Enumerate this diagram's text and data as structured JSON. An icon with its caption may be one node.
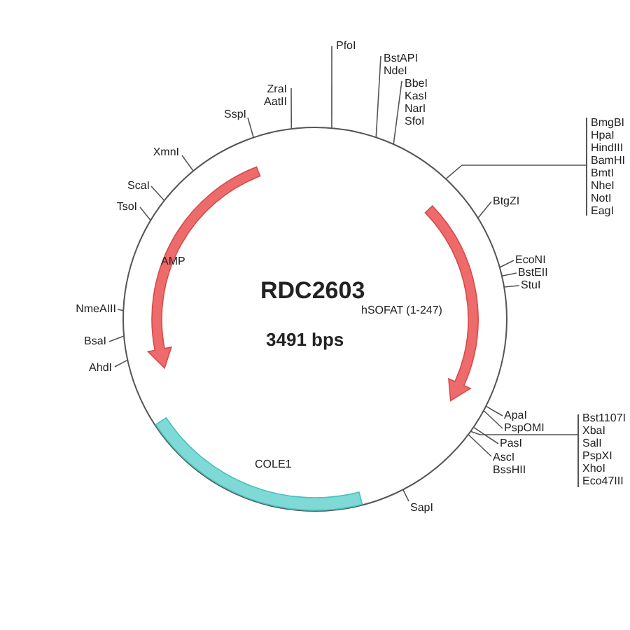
{
  "diagram": {
    "title": "RDC2603",
    "nodes": [
      {
        "text": [],
        "shape": "circle"
      },
      {
        "text": [
          "PfoI"
        ]
      },
      {
        "text": [
          "BstAPI",
          "NdeI"
        ]
      },
      {
        "text": [
          "BbeI",
          "KasI",
          "NarI",
          "SfoI"
        ]
      },
      {
        "text": [
          "ZraI",
          "AatII"
        ]
      },
      {
        "text": [
          "SspI"
        ]
      },
      {
        "text": [
          "XmnI"
        ]
      },
      {
        "text": [
          "BmgBI",
          "HpaI",
          "HindIII",
          "BamHI",
          "BmtI",
          "NheI",
          "NotI",
          "EagI"
        ]
      },
      {
        "text": [
          "ScaI"
        ]
      },
      {
        "text": [
          "TsoI"
        ]
      },
      {
        "text": [
          "BtgZI"
        ]
      },
      {
        "text": [
          "EcoNI"
        ]
      },
      {
        "text": [
          "BstEII"
        ]
      },
      {
        "text": [
          "StuI"
        ]
      },
      {
        "text": [
          "NmeAIII"
        ]
      },
      {
        "text": [
          "BsaI"
        ]
      },
      {
        "text": [
          "AhdI"
        ]
      },
      {
        "text": [
          "ApaI"
        ]
      },
      {
        "text": [
          "PspOMI"
        ]
      },
      {
        "text": [
          "Bst1107I",
          "XbaI",
          "SalI",
          "PspXI",
          "XhoI",
          "Eco47III"
        ]
      },
      {
        "text": [
          "PasI"
        ]
      },
      {
        "text": [
          "AscI",
          "BssHII"
        ]
      },
      {
        "text": [
          "SapI"
        ]
      }
    ],
    "edges": [
      {
        "from": 1,
        "to": 0,
        "arrow": "none"
      },
      {
        "from": 2,
        "to": 0,
        "arrow": "none"
      },
      {
        "from": 3,
        "to": 0,
        "arrow": "none"
      },
      {
        "from": 4,
        "to": 0,
        "arrow": "none"
      },
      {
        "from": 5,
        "to": 0,
        "arrow": "none"
      },
      {
        "from": 6,
        "to": 0,
        "arrow": "none"
      },
      {
        "from": 7,
        "to": 0,
        "arrow": "none"
      },
      {
        "from": 8,
        "to": 0,
        "arrow": "none"
      },
      {
        "from": 9,
        "to": 0,
        "arrow": "none"
      },
      {
        "from": 10,
        "to": 0,
        "arrow": "none"
      },
      {
        "from": 11,
        "to": 0,
        "arrow": "none"
      },
      {
        "from": 12,
        "to": 0,
        "arrow": "none"
      },
      {
        "from": 13,
        "to": 0,
        "arrow": "none"
      },
      {
        "from": 14,
        "to": 0,
        "arrow": "none"
      },
      {
        "from": 15,
        "to": 0,
        "arrow": "none"
      },
      {
        "from": 16,
        "to": 0,
        "arrow": "none"
      },
      {
        "from": 17,
        "to": 0,
        "arrow": "none"
      },
      {
        "from": 18,
        "to": 0,
        "arrow": "none"
      },
      {
        "from": 19,
        "to": 0,
        "arrow": "none"
      },
      {
        "from": 20,
        "to": 0,
        "arrow": "none"
      },
      {
        "from": 21,
        "to": 0,
        "arrow": "none"
      },
      {
        "from": 22,
        "to": 0,
        "arrow": "none"
      }
    ],
    "labels": [
      "AMP",
      "hSOFAT (1-247)",
      "3491 bps",
      "COLE1"
    ]
  }
}
